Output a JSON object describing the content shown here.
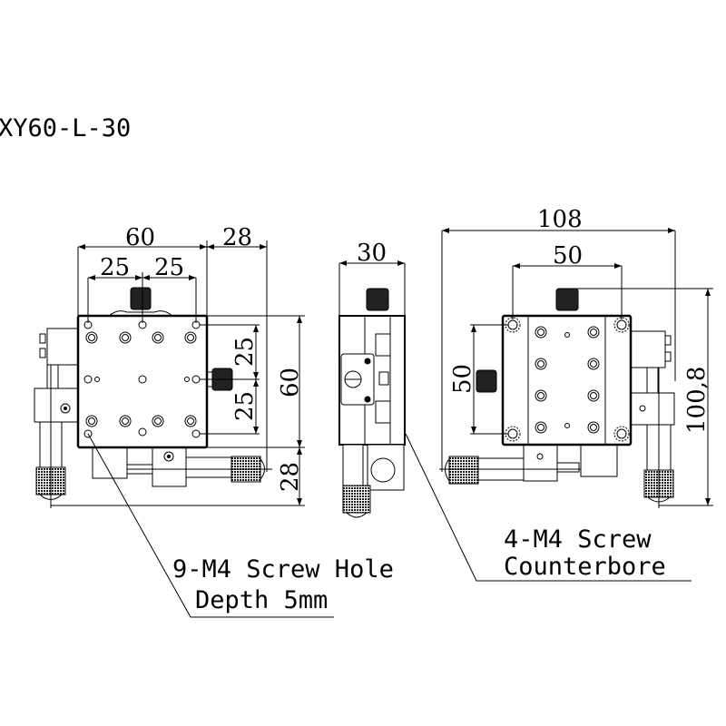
{
  "title": "XY60-L-30",
  "views": {
    "top_view": {
      "dims": {
        "width": "60",
        "micrometer_offset_x": "28",
        "hole_pitch_left": "25",
        "hole_pitch_right": "25",
        "height": "60",
        "hole_pitch_upper": "25",
        "hole_pitch_lower": "25",
        "micrometer_offset_y": "28"
      }
    },
    "side_view": {
      "dims": {
        "thickness": "30"
      }
    },
    "bottom_view": {
      "dims": {
        "overall_width": "108",
        "counterbore_pitch_x": "50",
        "counterbore_pitch_y": "50",
        "overall_height": "100,8"
      }
    }
  },
  "callouts": {
    "screw_hole": {
      "line1": "9-M4 Screw Hole",
      "line2": "Depth 5mm"
    },
    "counterbore": {
      "line1": "4-M4 Screw",
      "line2": "Counterbore"
    }
  }
}
